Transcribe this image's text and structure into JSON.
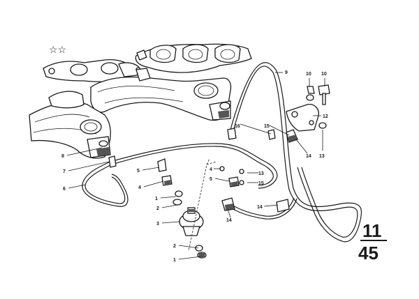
{
  "diagram": {
    "marker": "☆☆",
    "page_group": "11",
    "page_number": "45",
    "callouts": [
      {
        "id": "c-10a",
        "label": "10"
      },
      {
        "id": "c-10b",
        "label": "10"
      },
      {
        "id": "c-9",
        "label": "9"
      },
      {
        "id": "c-12",
        "label": "12"
      },
      {
        "id": "c-13r",
        "label": "13"
      },
      {
        "id": "c-14r",
        "label": "14"
      },
      {
        "id": "c-16",
        "label": "16"
      },
      {
        "id": "c-15",
        "label": "15"
      },
      {
        "id": "c-8",
        "label": "8"
      },
      {
        "id": "c-7",
        "label": "7"
      },
      {
        "id": "c-6",
        "label": "6"
      },
      {
        "id": "c-5l",
        "label": "5"
      },
      {
        "id": "c-4l",
        "label": "4"
      },
      {
        "id": "c-1l",
        "label": "1"
      },
      {
        "id": "c-2l",
        "label": "2"
      },
      {
        "id": "c-3",
        "label": "3"
      },
      {
        "id": "c-2b",
        "label": "2"
      },
      {
        "id": "c-1b",
        "label": "1"
      },
      {
        "id": "c-4m",
        "label": "4"
      },
      {
        "id": "c-5m",
        "label": "5"
      },
      {
        "id": "c-13m",
        "label": "13"
      },
      {
        "id": "c-15m",
        "label": "15"
      },
      {
        "id": "c-14m",
        "label": "14"
      },
      {
        "id": "c-14b",
        "label": "14"
      }
    ]
  }
}
